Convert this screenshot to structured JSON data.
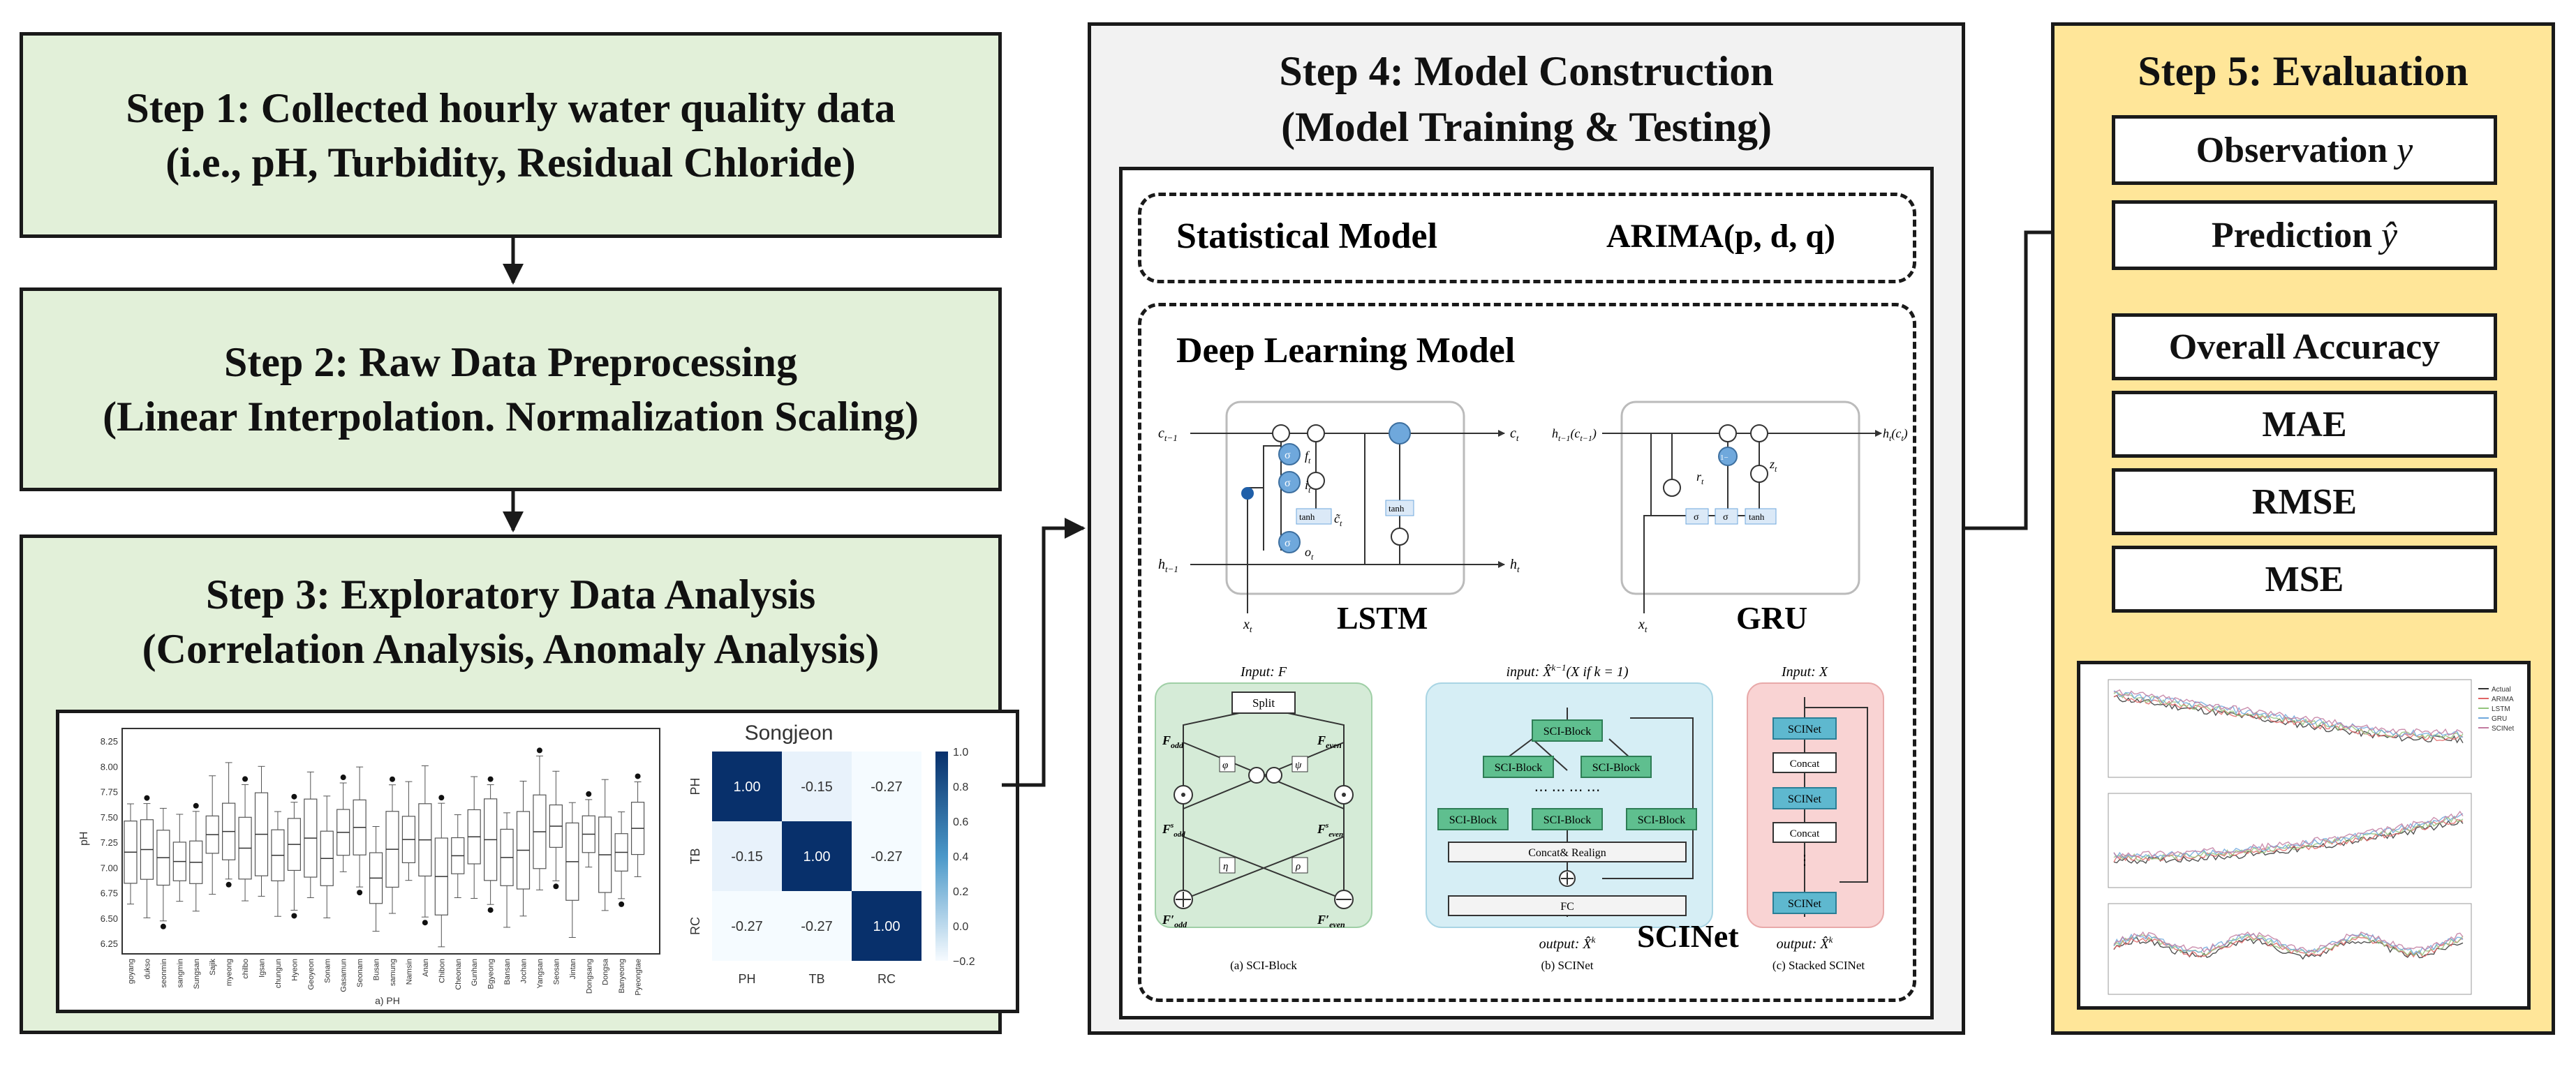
{
  "step1": {
    "line1": "Step 1: Collected hourly water quality data",
    "line2": "(i.e., pH, Turbidity, Residual Chloride)"
  },
  "step2": {
    "line1": "Step 2: Raw Data Preprocessing",
    "line2": "(Linear Interpolation. Normalization Scaling)"
  },
  "step3": {
    "line1": "Step 3: Exploratory Data Analysis",
    "line2": "(Correlation Analysis, Anomaly Analysis)",
    "boxplot": {
      "xlabel": "a) PH",
      "yticks": [
        "8.25",
        "8.00",
        "7.75",
        "7.50",
        "7.25",
        "7.00",
        "6.75",
        "6.50",
        "6.25"
      ],
      "ylabel": "pH",
      "xticklabels": [
        "goyang",
        "dukso",
        "seonmin",
        "sangmin",
        "Sungsan",
        "Sajik",
        "myeong",
        "chilbo",
        "Igsan",
        "chungun",
        "Hyeon",
        "Geoyeon",
        "Sonam",
        "Gasamun",
        "Seonam",
        "Busan",
        "samung",
        "Namsin",
        "Anan",
        "Chibon",
        "Cheonan",
        "Gunhan",
        "Bgyeong",
        "Bansan",
        "Jochan",
        "Yangsan",
        "Seosan",
        "Jintan",
        "Dongsang",
        "Dongsa",
        "Banyeong",
        "Pyeongtae"
      ]
    },
    "heatmap": {
      "title": "Songjeon",
      "labels": [
        "PH",
        "TB",
        "RC"
      ],
      "values": [
        [
          "1.00",
          "-0.15",
          "-0.27"
        ],
        [
          "-0.15",
          "1.00",
          "-0.27"
        ],
        [
          "-0.27",
          "-0.27",
          "1.00"
        ]
      ],
      "colorbar_ticks": [
        "1.0",
        "0.8",
        "0.6",
        "0.4",
        "0.2",
        "0.0",
        "−0.2"
      ]
    }
  },
  "step4": {
    "title1": "Step 4: Model Construction",
    "title2": "(Model Training & Testing)",
    "statistical_label": "Statistical Model",
    "arima_label": "ARIMA(p, d, q)",
    "deep_label": "Deep Learning Model",
    "lstm": {
      "label": "LSTM",
      "c_prev": "c",
      "c_prev_sub": "t−1",
      "c_next": "c",
      "c_next_sub": "t",
      "h_prev": "h",
      "h_prev_sub": "t−1",
      "h_next": "h",
      "h_next_sub": "t",
      "x_in": "x",
      "x_in_sub": "t",
      "tanh1": "tanh",
      "tanh2": "tanh",
      "sigma": "σ",
      "f": "f",
      "f_sub": "t",
      "i": "i",
      "i_sub": "t",
      "o": "o",
      "o_sub": "t",
      "ctilde": "c̃",
      "ctilde_sub": "t"
    },
    "gru": {
      "label": "GRU",
      "h_prev": "h",
      "h_prev_sub": "t−1",
      "h_prev_paren": "(c",
      "h_prev_paren_sub": "t−1",
      "h_prev_close": ")",
      "h_next": "h",
      "h_next_sub": "t",
      "h_next_paren": "(c",
      "h_next_paren_sub": "t",
      "h_next_close": ")",
      "x_in": "x",
      "x_in_sub": "t",
      "r": "r",
      "r_sub": "t",
      "z": "z",
      "z_sub": "t",
      "one_minus": "1−",
      "sigma": "σ",
      "tanh": "tanh"
    },
    "sci_block": {
      "input": "Input: F",
      "split": "Split",
      "fodd": "F",
      "fodd_sub": "odd",
      "feven": "F",
      "feven_sub": "even",
      "fsodd": "F",
      "fsodd_sup": "s",
      "fsodd_sub": "odd",
      "fseven": "F",
      "fseven_sup": "s",
      "fseven_sub": "even",
      "fpodd": "F′",
      "fpodd_sub": "odd",
      "fpeven": "F′",
      "fpeven_sub": "even",
      "phi": "φ",
      "psi": "ψ",
      "eta": "η",
      "rho": "ρ",
      "caption": "(a) SCI-Block"
    },
    "scinet": {
      "input": "input: X̂",
      "input_sup": "k−1",
      "input_rest": "(X if k = 1)",
      "top_block": "SCI-Block",
      "mid_block1": "SCI-Block",
      "mid_block2": "SCI-Block",
      "low_block1": "SCI-Block",
      "low_block2": "SCI-Block",
      "low_block3": "SCI-Block",
      "concat": "Concat& Realign",
      "fc": "FC",
      "output": "output: X̂",
      "output_sup": "k",
      "label": "SCINet",
      "caption": "(b) SCINet"
    },
    "stacked": {
      "input": "Input: X",
      "scinet1": "SCINet",
      "concat1": "Concat",
      "scinet2": "SCINet",
      "concat2": "Concat",
      "scinet3": "SCINet",
      "output": "output: X̂",
      "output_sup": "k",
      "caption": "(c) Stacked SCINet"
    }
  },
  "step5": {
    "title": "Step 5: Evaluation",
    "observation": "Observation",
    "observation_var": "y",
    "prediction": "Prediction",
    "prediction_var": "ŷ",
    "overall": "Overall Accuracy",
    "mae": "MAE",
    "rmse": "RMSE",
    "mse": "MSE",
    "legend": [
      "Actual",
      "ARIMA",
      "LSTM",
      "GRU",
      "SCINet"
    ]
  },
  "colors": {
    "green_box": "#e2f0d9",
    "yellow_box": "#ffe699",
    "grey_box": "#f2f2f2",
    "heat_dark": "#08306b",
    "sci_green": "#d5ebd7",
    "sci_blue": "#d6eef5",
    "sci_pink": "#f9d3d3",
    "block_green": "#5fbf8f",
    "block_teal": "#5eb8cf"
  }
}
